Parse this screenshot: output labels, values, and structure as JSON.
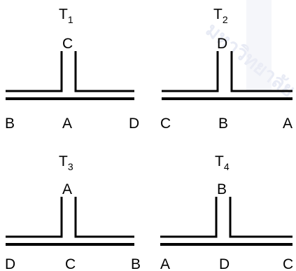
{
  "watermark": "มหาวิทยาลัย",
  "diagrams": [
    {
      "name": "t1",
      "title": "T",
      "subscript": "1",
      "top": "C",
      "left": "B",
      "center": "A",
      "right": "D"
    },
    {
      "name": "t2",
      "title": "T",
      "subscript": "2",
      "top": "D",
      "left": "C",
      "center": "B",
      "right": "A"
    },
    {
      "name": "t3",
      "title": "T",
      "subscript": "3",
      "top": "A",
      "left": "D",
      "center": "C",
      "right": "B"
    },
    {
      "name": "t4",
      "title": "T",
      "subscript": "4",
      "top": "B",
      "left": "A",
      "center": "D",
      "right": "C"
    }
  ]
}
